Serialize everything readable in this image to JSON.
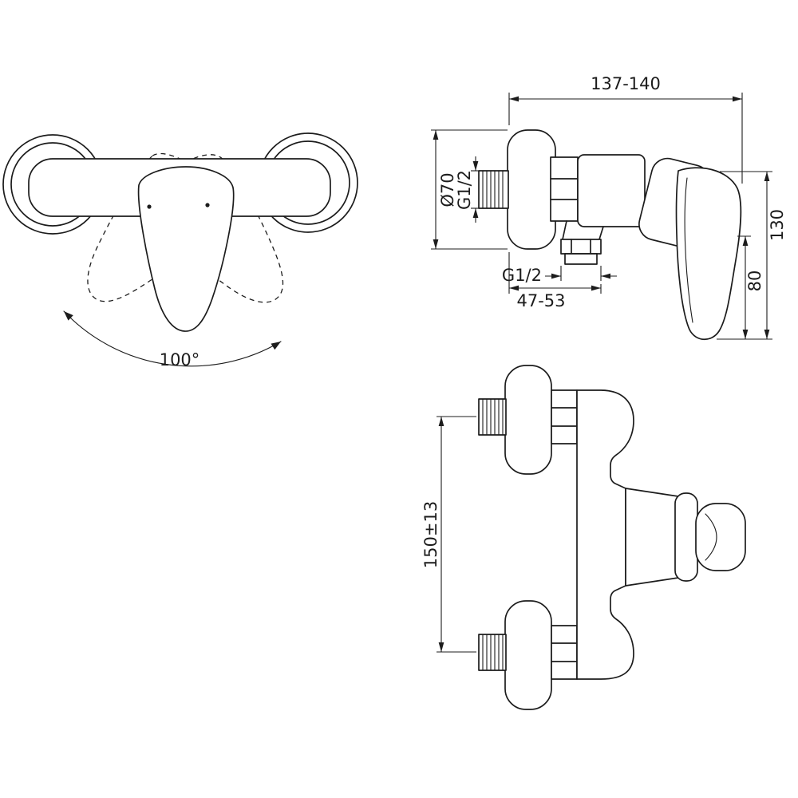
{
  "colors": {
    "line": "#1c1c1c",
    "background": "#ffffff"
  },
  "front_view": {
    "rotation_angle": "100°"
  },
  "side_view": {
    "width_range": "137-140",
    "flange_diameter": "Ø70",
    "inlet_thread": "G1/2",
    "outlet_thread": "G1/2",
    "outlet_depth_range": "47-53",
    "height_total": "130",
    "height_lower": "80"
  },
  "plan_view": {
    "hole_distance": "150±13"
  }
}
